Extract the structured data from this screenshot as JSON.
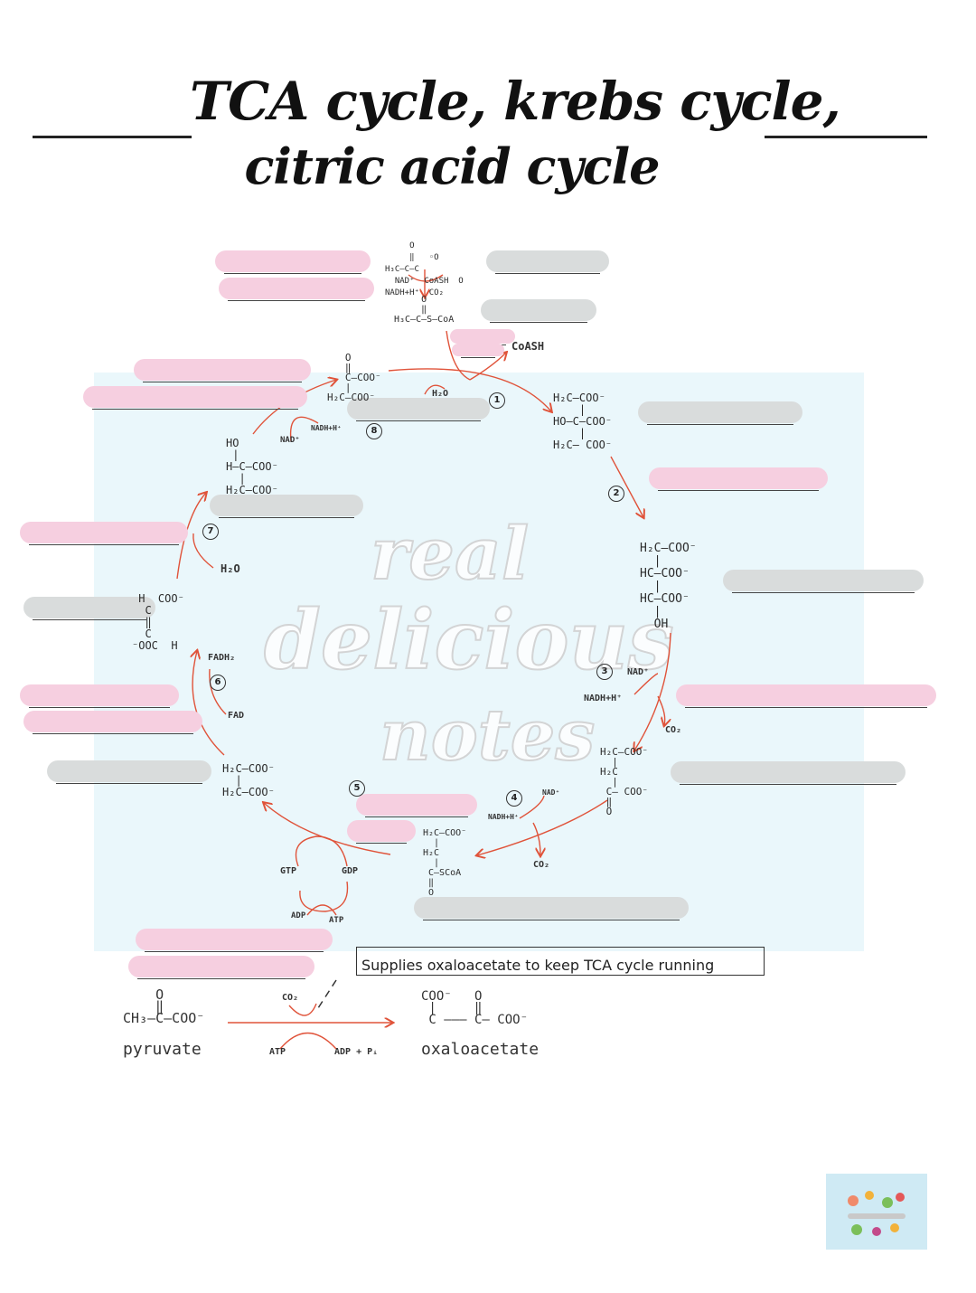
{
  "title": {
    "line1": "TCA cycle, krebs cycle,",
    "line2": "citric acid cycle"
  },
  "watermark": {
    "line1": "real",
    "line2": "delicious",
    "line3": "notes"
  },
  "pyruvate_to_acetylcoa": {
    "pyruvate_struct": "     O\n     ‖   ◦O\nH₃C–C–C\n  NAD⁺  CoASH  O\nNADH+H⁺  CO₂",
    "acetylcoa_struct": "     O\n     ‖\nH₃C–C–S–CoA",
    "coash": "CoASH"
  },
  "molecules": {
    "oxaloacetate": "   O\n   ‖\n   C–COO⁻\n   |\nH₂C–COO⁻",
    "citrate": "H₂C–COO⁻\n    |\nHO–C–COO⁻\n    |\nH₂C– COO⁻",
    "isocitrate": "H₂C–COO⁻\n  |\nHC–COO⁻\n  |\nHC–COO⁻\n  |\n  OH",
    "alpha_ketoglutarate": "H₂C–COO⁻\n  |\nH₂C\n  |\n C– COO⁻\n ‖\n O",
    "succinyl_coa": "H₂C–COO⁻\n  |\nH₂C\n  |\n C–SCoA\n ‖\n O",
    "succinate": "H₂C–COO⁻\n  |\nH₂C–COO⁻",
    "fumarate": " H  COO⁻\n  C\n  ‖\n  C\n⁻OOC  H",
    "malate": "HO\n |\nH–C–COO⁻\n  |\nH₂C–COO⁻"
  },
  "labels": {
    "h2o_1": "H₂O",
    "nadh_8": "NADH+H⁺",
    "nad_8": "NAD⁺",
    "h2o_7": "H₂O",
    "fadh2": "FADH₂",
    "fad": "FAD",
    "nad_3": "NAD⁺",
    "nadh_3": "NADH+H⁺",
    "co2_3": "CO₂",
    "nad_4": "NAD⁺",
    "nadh_4": "NADH+H⁺",
    "co2_4": "CO₂",
    "gtp": "GTP",
    "gdp": "GDP",
    "adp": "ADP",
    "atp": "ATP"
  },
  "steps": [
    "1",
    "2",
    "3",
    "4",
    "5",
    "6",
    "7",
    "8"
  ],
  "note": "Supplies oxaloacetate to keep TCA cycle running",
  "anaplerotic": {
    "pyruvate_struct": "    O\n    ‖\nCH₃–C–COO⁻",
    "pyruvate_label": "pyruvate",
    "co2": "CO₂",
    "atp": "ATP",
    "adp": "ADP + Pᵢ",
    "oxaloacetate_struct": "COO⁻   O\n |     ‖\n C ——— C— COO⁻",
    "oxaloacetate_label": "oxaloacetate"
  },
  "colors": {
    "pink_blank": "#f6cfe0",
    "grey_blank": "#d9dcdc",
    "arrow_red": "#e0533a",
    "panel": "#eaf7fb"
  }
}
